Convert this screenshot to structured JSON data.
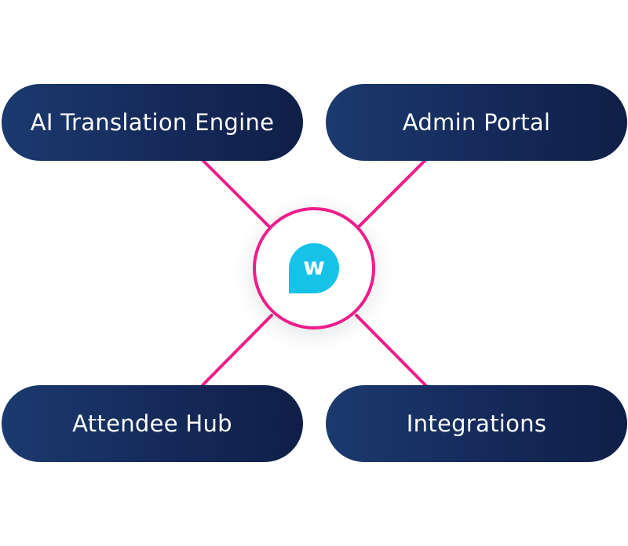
{
  "nodes": {
    "top_left": "AI Translation Engine",
    "top_right": "Admin Portal",
    "bottom_left": "Attendee Hub",
    "bottom_right": "Integrations"
  },
  "hub": {
    "logo_letter": "w",
    "logo_icon": "speech-bubble-logo"
  },
  "colors": {
    "pill_gradient_start": "#1b3a6e",
    "pill_gradient_end": "#0f1f47",
    "connector": "#ee1d8b",
    "hub_border": "#ee1d8b",
    "logo": "#17c2e8",
    "label_text": "#ffffff"
  }
}
